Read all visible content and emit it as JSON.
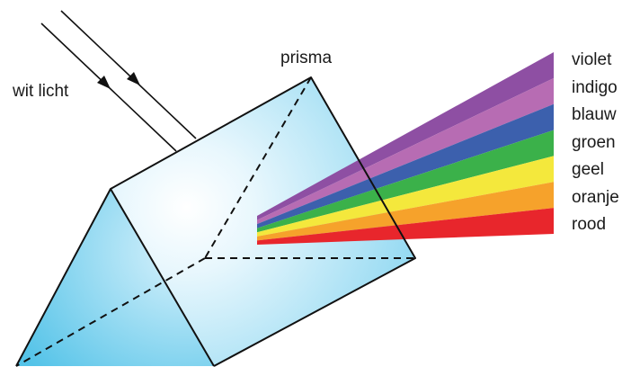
{
  "labels": {
    "prism": "prisma",
    "white_light": "wit licht"
  },
  "spectrum": [
    {
      "name": "violet",
      "color": "#8e4fa3"
    },
    {
      "name": "indigo",
      "color": "#b76cb3"
    },
    {
      "name": "blauw",
      "color": "#3c60ad"
    },
    {
      "name": "groen",
      "color": "#3bb14a"
    },
    {
      "name": "geel",
      "color": "#f4e83c"
    },
    {
      "name": "oranje",
      "color": "#f6a22b"
    },
    {
      "name": "rood",
      "color": "#e8262c"
    }
  ],
  "colors": {
    "prism_light": "#e6f6fd",
    "prism_dark": "#5bc6ea",
    "outline": "#111111"
  }
}
